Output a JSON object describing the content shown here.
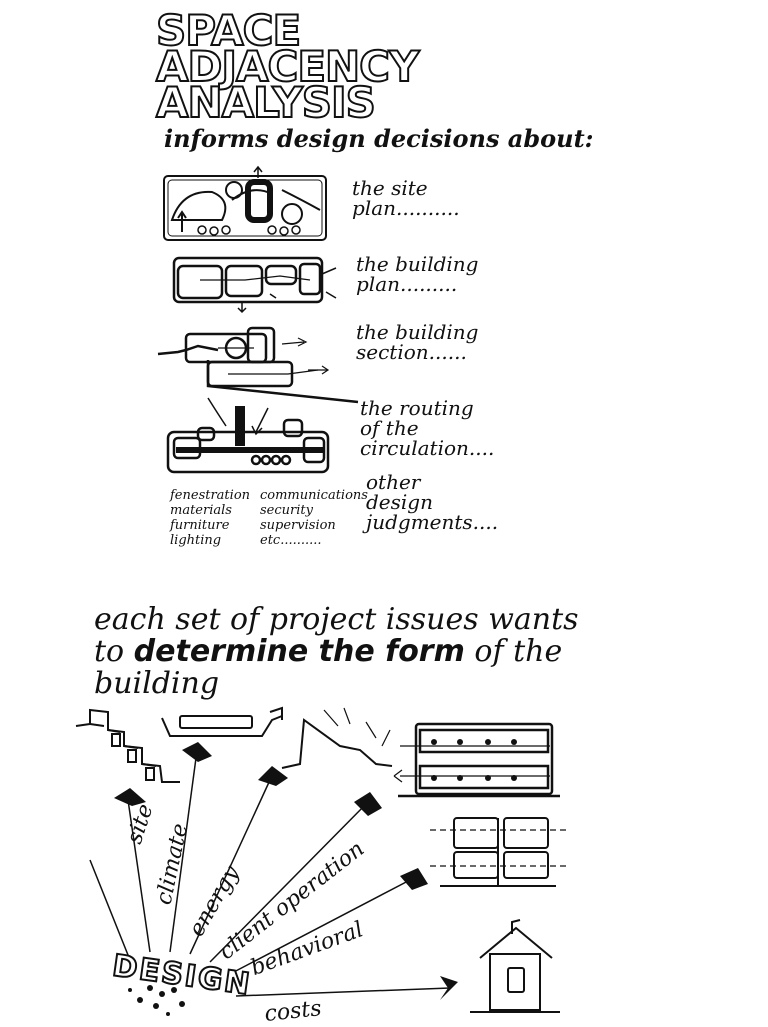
{
  "top_panel": {
    "title_lines": [
      "SPACE",
      "ADJACENCY",
      "ANALYSIS"
    ],
    "subtitle": "informs design decisions about:",
    "items": [
      {
        "label": [
          "the site",
          "plan.........."
        ]
      },
      {
        "label": [
          "the building",
          "plan........."
        ]
      },
      {
        "label": [
          "the building",
          "section......"
        ]
      },
      {
        "label": [
          "the routing",
          "of the",
          "circulation...."
        ]
      },
      {
        "label": [
          "other",
          "design",
          "judgments...."
        ]
      }
    ],
    "list_col1": [
      "fenestration",
      "materials",
      "furniture",
      "lighting"
    ],
    "list_col2": [
      "communications",
      "security",
      "supervision",
      "etc.........."
    ]
  },
  "bottom_panel": {
    "title_part1": "each set of project issues wants to ",
    "title_emphasis": "determine the form",
    "title_part2": " of the building",
    "issues": [
      "site",
      "climate",
      "energy",
      "client operation",
      "behavioral",
      "costs"
    ],
    "center_label": "DESIGN"
  }
}
